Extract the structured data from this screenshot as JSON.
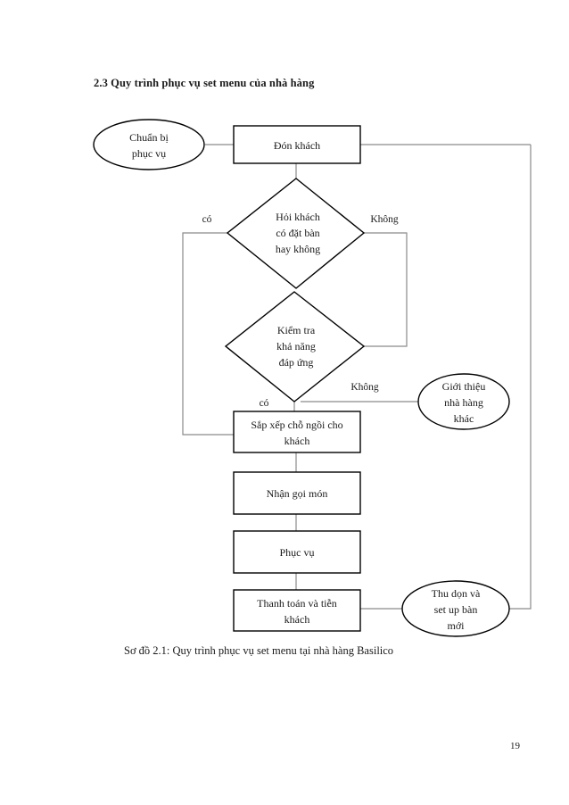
{
  "document": {
    "heading": "2.3 Quy trình phục vụ set menu của nhà hàng",
    "caption": "Sơ đồ 2.1: Quy trình phục vụ set menu tại nhà hàng Basilico",
    "page_number": "19"
  },
  "chart_data": {
    "type": "diagram",
    "title": "Sơ đồ 2.1: Quy trình phục vụ set menu tại nhà hàng Basilico",
    "nodes": [
      {
        "id": "start",
        "shape": "ellipse",
        "lines": [
          "Chuẩn bị",
          "phục vụ"
        ]
      },
      {
        "id": "welcome",
        "shape": "rect",
        "lines": [
          "Đón khách"
        ]
      },
      {
        "id": "ask",
        "shape": "diamond",
        "lines": [
          "Hỏi khách",
          "có đặt bàn",
          "hay không"
        ]
      },
      {
        "id": "check",
        "shape": "diamond",
        "lines": [
          "Kiểm tra",
          "khả năng",
          "đáp ứng"
        ]
      },
      {
        "id": "other",
        "shape": "ellipse",
        "lines": [
          "Giới thiệu",
          "nhà hàng",
          "khác"
        ]
      },
      {
        "id": "seat",
        "shape": "rect",
        "lines": [
          "Sắp xếp chỗ ngồi cho",
          "khách"
        ]
      },
      {
        "id": "order",
        "shape": "rect",
        "lines": [
          "Nhận gọi món"
        ]
      },
      {
        "id": "serve",
        "shape": "rect",
        "lines": [
          "Phục vụ"
        ]
      },
      {
        "id": "pay",
        "shape": "rect",
        "lines": [
          "Thanh toán và tiễn",
          "khách"
        ]
      },
      {
        "id": "cleanup",
        "shape": "ellipse",
        "lines": [
          "Thu dọn và",
          "set up bàn",
          "mới"
        ]
      }
    ],
    "edges": [
      {
        "from": "start",
        "to": "welcome",
        "label": ""
      },
      {
        "from": "welcome",
        "to": "ask",
        "label": ""
      },
      {
        "from": "ask",
        "to": "seat",
        "label": "có"
      },
      {
        "from": "ask",
        "to": "check",
        "label": "Không"
      },
      {
        "from": "check",
        "to": "seat",
        "label": "có"
      },
      {
        "from": "check",
        "to": "other",
        "label": "Không"
      },
      {
        "from": "seat",
        "to": "order",
        "label": ""
      },
      {
        "from": "order",
        "to": "serve",
        "label": ""
      },
      {
        "from": "serve",
        "to": "pay",
        "label": ""
      },
      {
        "from": "pay",
        "to": "cleanup",
        "label": ""
      },
      {
        "from": "cleanup",
        "to": "welcome",
        "label": ""
      }
    ],
    "edge_labels": {
      "ask_yes": "có",
      "ask_no": "Không",
      "check_yes": "có",
      "check_no": "Không"
    }
  },
  "colors": {
    "node_stroke": "#000000",
    "edge_stroke": "#8a8a8a",
    "text": "#1a1a1a",
    "background": "#ffffff"
  }
}
